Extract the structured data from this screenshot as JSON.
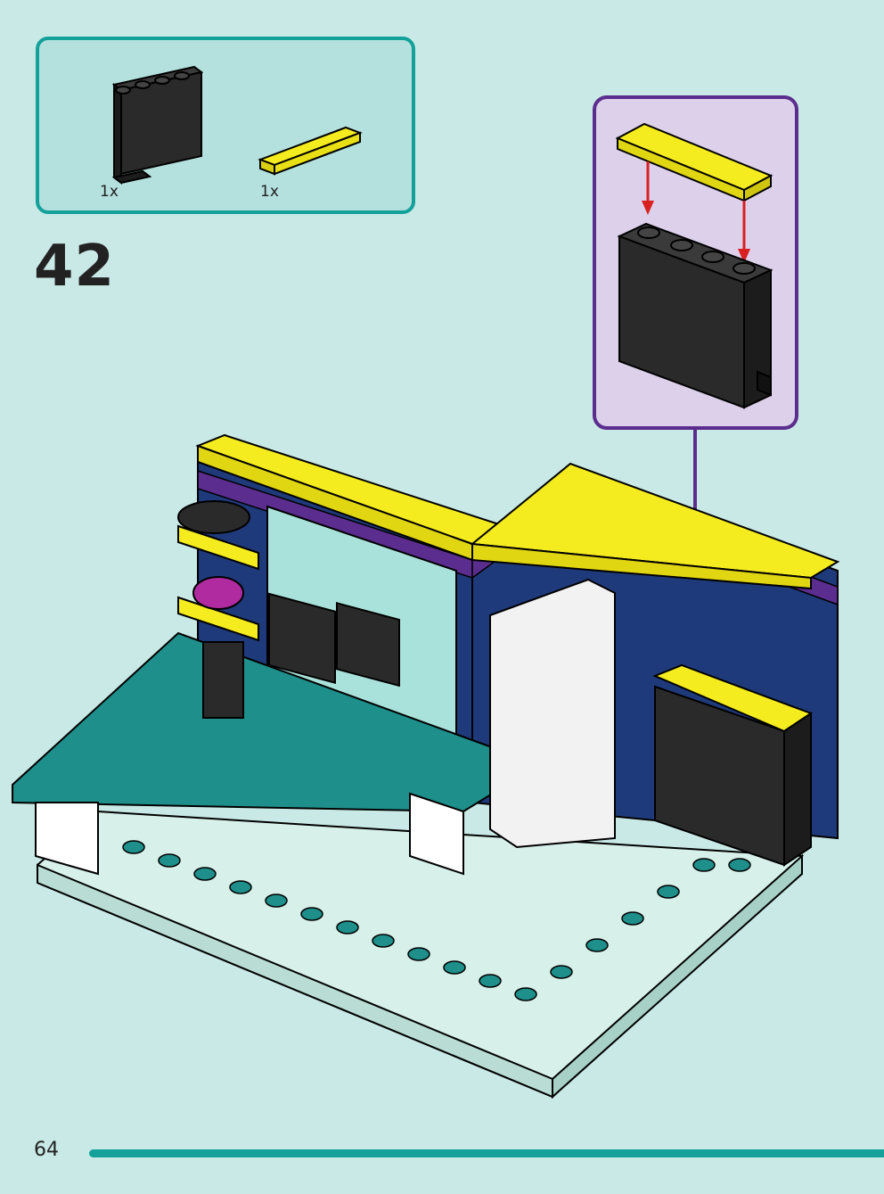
{
  "parts_list": {
    "items": [
      {
        "qty": "1x",
        "part": "black-panel-icon",
        "color": "#2a2a2a"
      },
      {
        "qty": "1x",
        "part": "yellow-tile-icon",
        "color": "#f5ec1f"
      }
    ]
  },
  "step": {
    "number": "42"
  },
  "callout": {
    "tile_color": "#f5ec1f",
    "panel_color": "#2a2a2a",
    "arrow_color": "#d92020"
  },
  "page": {
    "number": "64"
  },
  "colors": {
    "background": "#c9e9e6",
    "accent": "#14a19a",
    "callout_border": "#5b2d8e",
    "callout_fill": "#dcd0ea",
    "wall": "#1f3a7a",
    "baseplate": "#d7f0ea"
  }
}
